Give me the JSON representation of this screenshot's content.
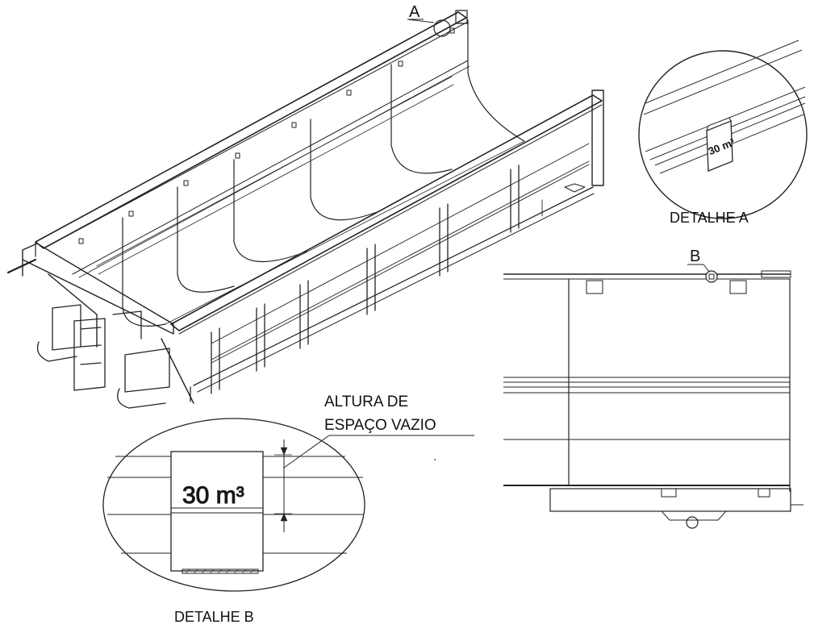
{
  "labels": {
    "callout_a": "A",
    "callout_b": "B",
    "detail_a_title": "DETALHE A",
    "detail_b_title": "DETALHE B",
    "detail_a_plate": "30 m³",
    "detail_b_plate": "30 m³",
    "annotation_line1": "ALTURA DE",
    "annotation_line2": "ESPAÇO VAZIO"
  }
}
